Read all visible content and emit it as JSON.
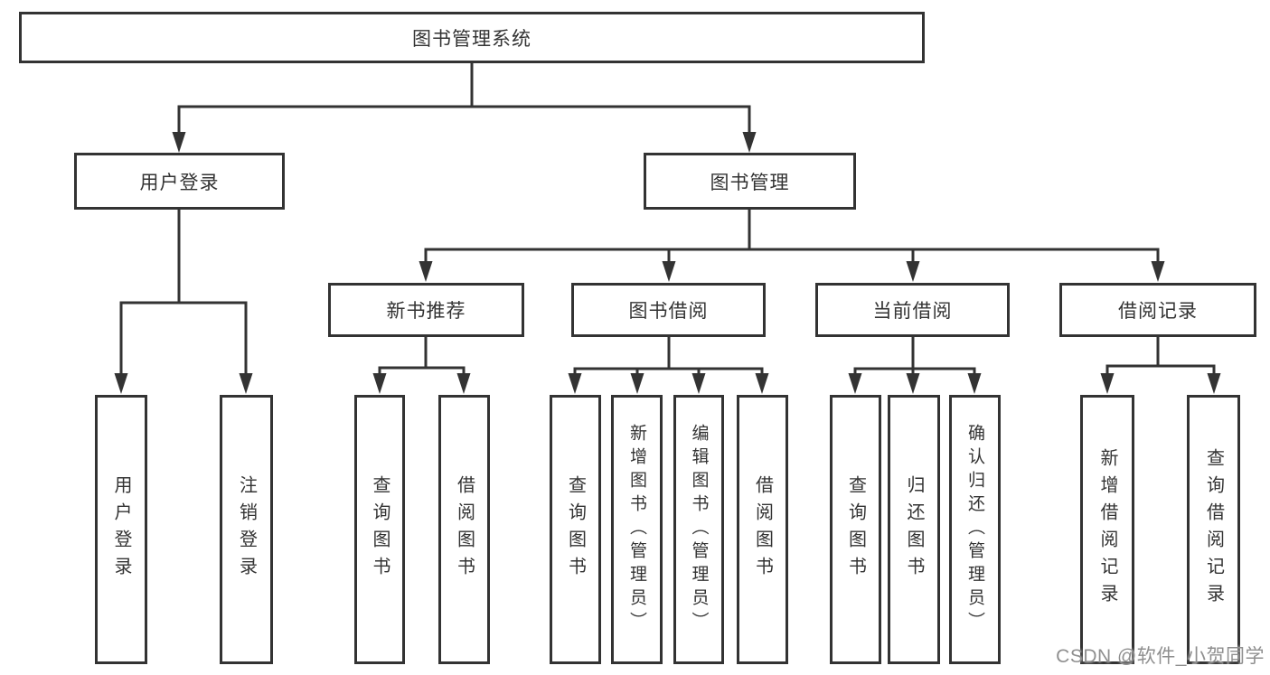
{
  "watermark": "CSDN @软件_小贺同学",
  "colors": {
    "line": "#333333",
    "box_border": "#333333",
    "text": "#333333",
    "watermark_gray": "#8f8f8f",
    "background": "#ffffff"
  },
  "tree": {
    "label": "图书管理系统",
    "children": [
      {
        "label": "用户登录",
        "children": [
          {
            "label": "用户登录"
          },
          {
            "label": "注销登录"
          }
        ]
      },
      {
        "label": "图书管理",
        "children": [
          {
            "label": "新书推荐",
            "children": [
              {
                "label": "查询图书"
              },
              {
                "label": "借阅图书"
              }
            ]
          },
          {
            "label": "图书借阅",
            "children": [
              {
                "label": "查询图书"
              },
              {
                "label": "新增图书（管理员）"
              },
              {
                "label": "编辑图书（管理员）"
              },
              {
                "label": "借阅图书"
              }
            ]
          },
          {
            "label": "当前借阅",
            "children": [
              {
                "label": "查询图书"
              },
              {
                "label": "归还图书"
              },
              {
                "label": "确认归还（管理员）"
              }
            ]
          },
          {
            "label": "借阅记录",
            "children": [
              {
                "label": "新增借阅记录"
              },
              {
                "label": "查询借阅记录"
              }
            ]
          }
        ]
      }
    ]
  }
}
